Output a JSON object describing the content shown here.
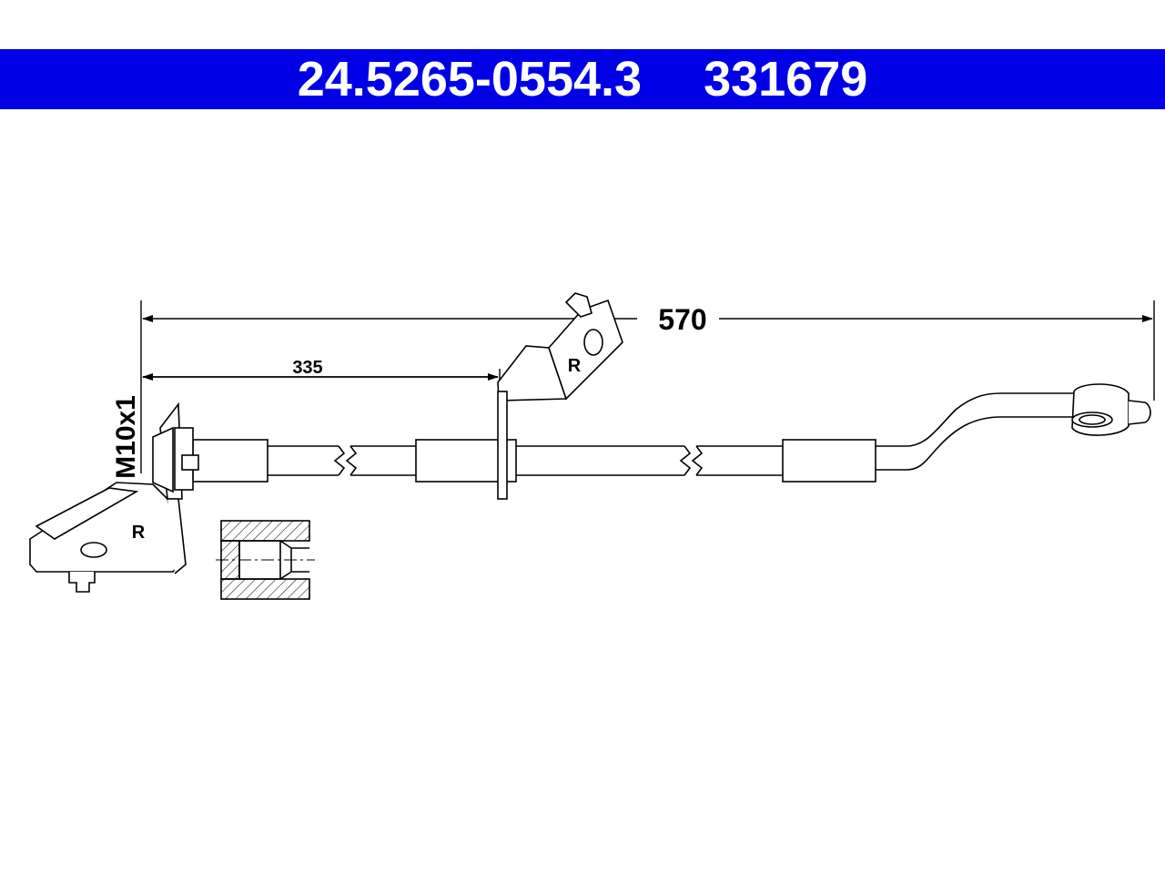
{
  "header": {
    "part_number": "24.5265-0554.3",
    "ref_number": "331679",
    "background_color": "#0000e6",
    "text_color": "#ffffff"
  },
  "drawing": {
    "dimension_overall": "570",
    "dimension_bracket": "335",
    "thread_label": "M10x1",
    "bracket_left_label": "R",
    "bracket_center_label": "R"
  }
}
